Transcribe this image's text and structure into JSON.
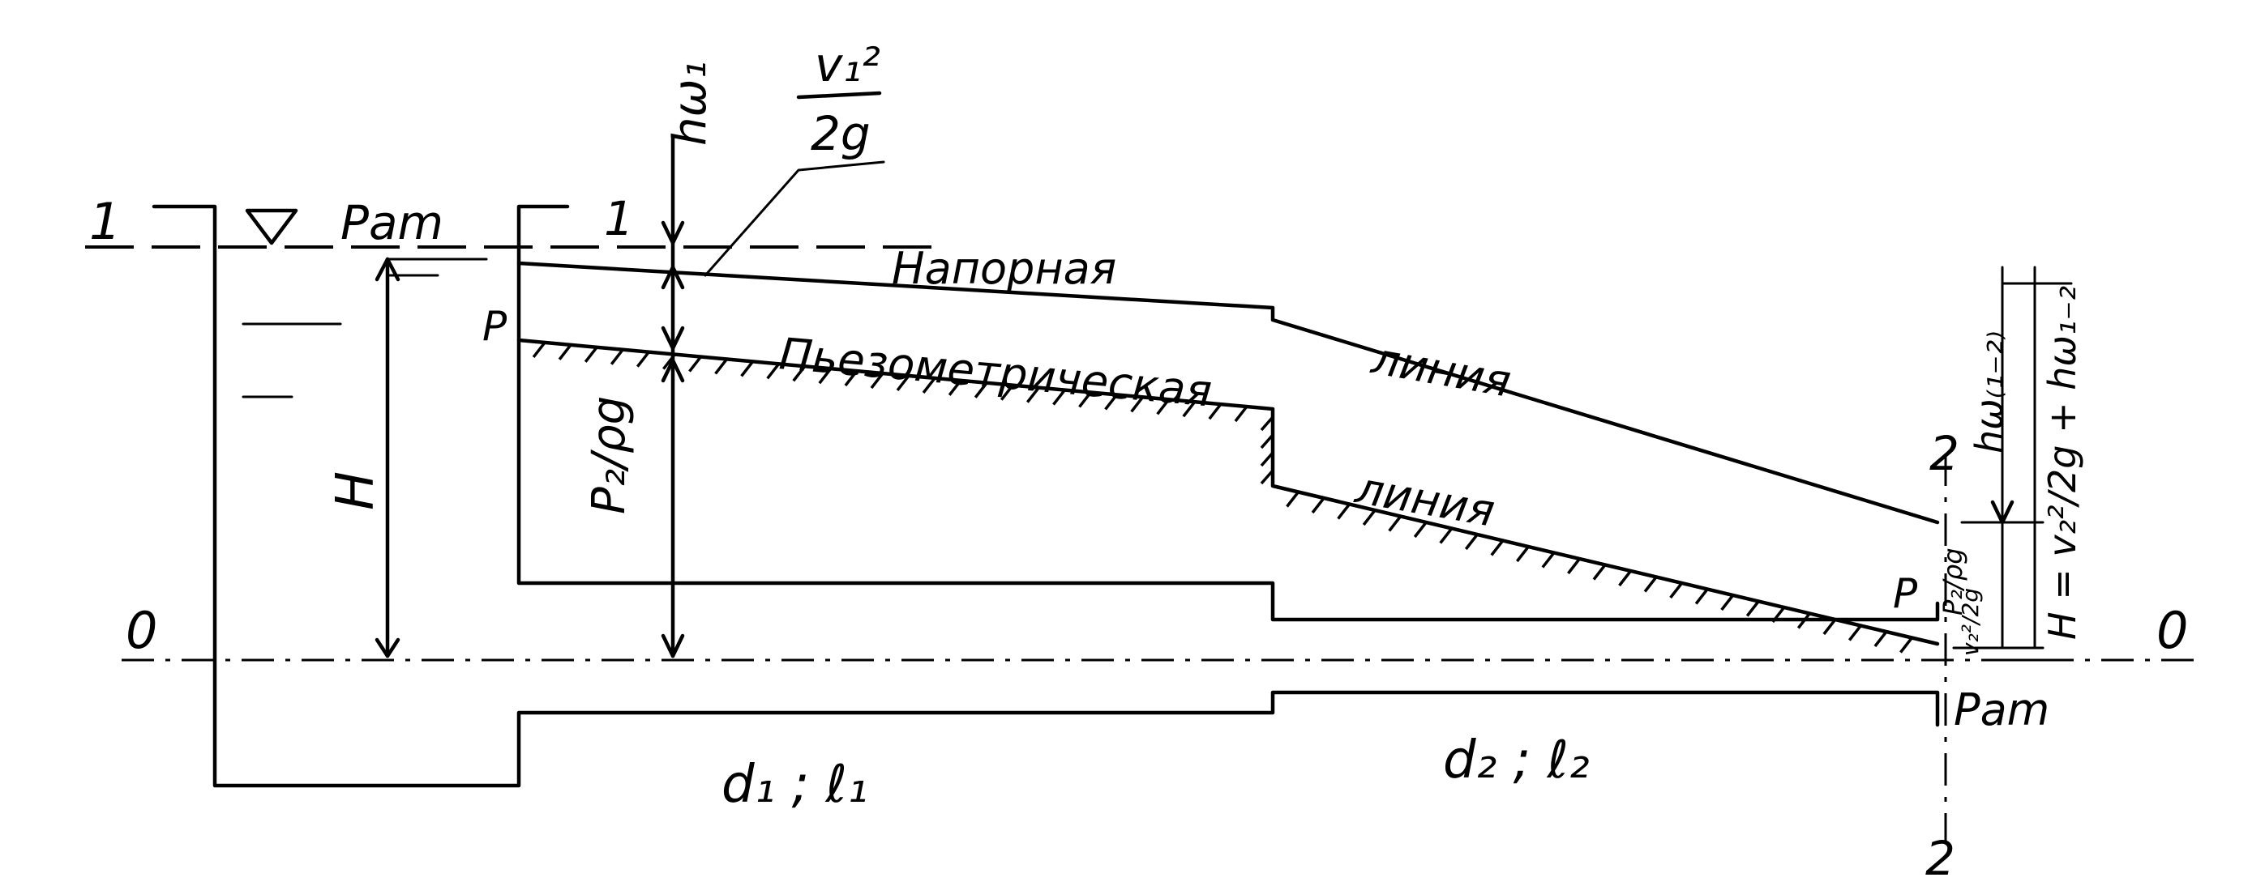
{
  "labels": {
    "section_1_left": "1",
    "section_1_right": "1",
    "section_2_top": "2",
    "section_2_bottom": "2",
    "datum_left": "0",
    "datum_right": "0",
    "p_atm_top": "Pam",
    "p_atm_bottom": "Pam",
    "head_H": "H",
    "hw1": "hω₁",
    "velocity_head_num": "v₁²",
    "velocity_head_den": "2g",
    "pressure_head": "P₂/ρg",
    "point_P_left": "P",
    "point_P_right": "P",
    "energy_line_1": "Напорная",
    "energy_line_2": "линия",
    "piezo_line_1": "Пьезометрическая",
    "piezo_line_2": "линия",
    "pipe_1": "d₁ ; ℓ₁",
    "pipe_2": "d₂ ; ℓ₂",
    "hw_p2": "hω₍₁₋₂₎",
    "right_formula": "H = v₂²/2g + hω₁₋₂",
    "right_pressure": "P₂/ρg",
    "right_velocity": "v₂²/2g"
  }
}
